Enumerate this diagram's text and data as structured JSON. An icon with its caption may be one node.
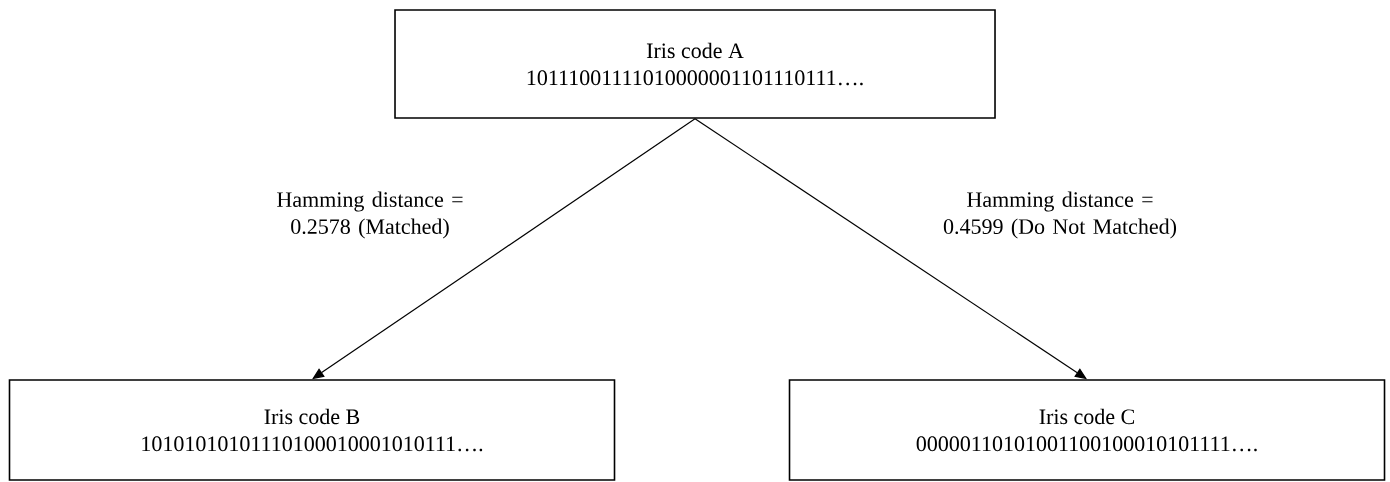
{
  "diagram": {
    "nodes": [
      {
        "text": [
          "Iris code A",
          "10111001111010000001101110111…."
        ]
      },
      {
        "text": [
          "Iris code B",
          "10101010101110100010001010111…."
        ]
      },
      {
        "text": [
          "Iris code C",
          "00000110101001100100010101111…."
        ]
      }
    ],
    "edges": [
      {
        "from": 0,
        "to": 1,
        "arrow": "to",
        "label": "Hamming distance = 0.2578 (Matched)"
      },
      {
        "from": 0,
        "to": 2,
        "arrow": "to",
        "label": "Hamming distance = 0.4599 (Do Not Matched)"
      }
    ]
  }
}
